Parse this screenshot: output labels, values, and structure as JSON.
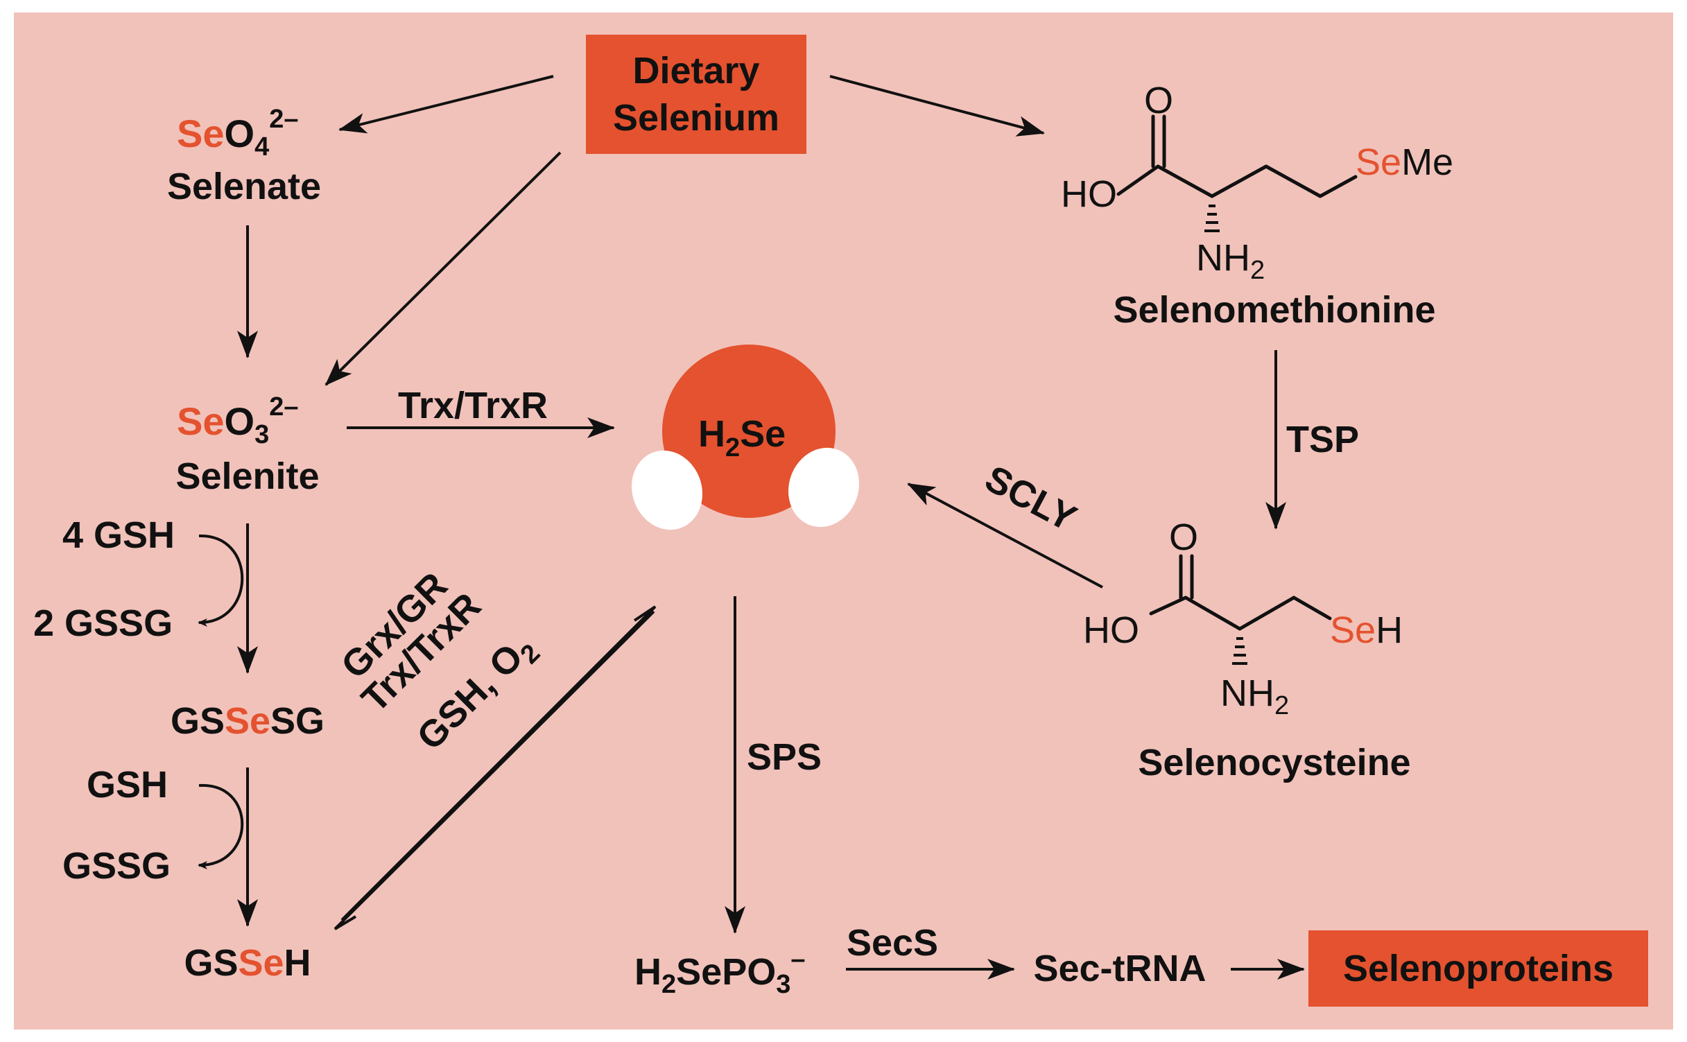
{
  "colors": {
    "background": "#f1c2ba",
    "accent": "#e4522f",
    "se_text": "#e4522f",
    "line": "#111111",
    "white": "#ffffff"
  },
  "nodes": {
    "dietary_selenium": [
      "Dietary",
      "Selenium"
    ],
    "selenate": {
      "formula_se": "Se",
      "formula_rest": "O",
      "sub": "4",
      "sup": "2–",
      "name": "Selenate"
    },
    "selenite": {
      "formula_se": "Se",
      "formula_rest": "O",
      "sub": "3",
      "sup": "2–",
      "name": "Selenite"
    },
    "selenomethionine": {
      "o": "O",
      "ho": "HO",
      "nh2": "NH",
      "nh2_sub": "2",
      "se": "Se",
      "me": "Me",
      "name": "Selenomethionine"
    },
    "selenocysteine": {
      "o": "O",
      "ho": "HO",
      "nh2": "NH",
      "nh2_sub": "2",
      "se": "Se",
      "h": "H",
      "name": "Selenocysteine"
    },
    "h2se": {
      "h": "H",
      "sub": "2",
      "se": "Se"
    },
    "gssesg": {
      "pre": "GS",
      "se": "Se",
      "post": "SG"
    },
    "gsseh": {
      "pre": "GS",
      "se": "Se",
      "post": "H"
    },
    "h2sepo3": {
      "h": "H",
      "sub1": "2",
      "mid": "SePO",
      "sub2": "3",
      "sup": "–"
    },
    "sec_trna": "Sec-tRNA",
    "selenoproteins": "Selenoproteins"
  },
  "labels": {
    "trx_trxr": "Trx/TrxR",
    "tsp": "TSP",
    "scly": "SCLY",
    "sps": "SPS",
    "secs": "SecS",
    "gsh4": "4 GSH",
    "gssg2": "2 GSSG",
    "gsh": "GSH",
    "gssg": "GSSG",
    "grx_gr": "Grx/GR",
    "trx_trxr2": "Trx/TrxR",
    "gsh_o2": "GSH, O",
    "gsh_o2_sub": "2"
  }
}
